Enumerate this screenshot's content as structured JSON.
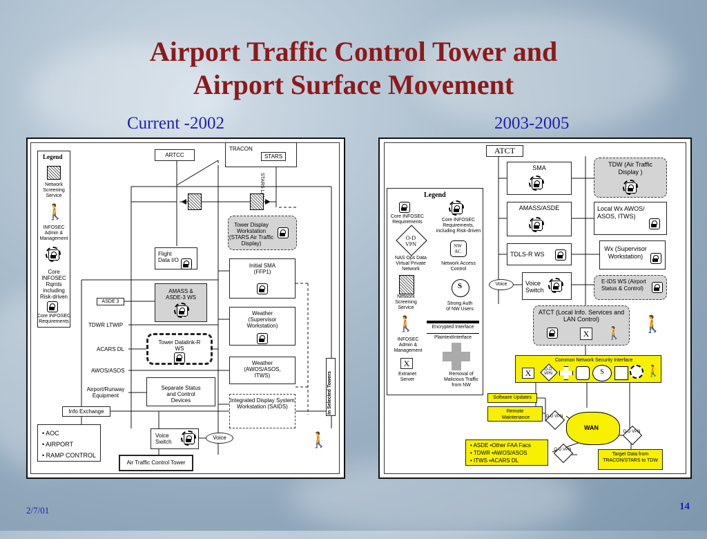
{
  "title_line1": "Airport Traffic Control Tower and",
  "title_line2": "Airport Surface Movement",
  "left": {
    "heading": "Current -2002",
    "legend": {
      "title": "Legend",
      "network_screening": "Network Screening Service",
      "infosec_admin": "INFOSEC Admin & Management",
      "core_rqmts": "Core INFOSEC Rqmts including Risk-driven",
      "core_req": "Core INFOSEC Requirements"
    },
    "artcc": "ARTCC",
    "tracon": "TRACON",
    "stars": "STARS",
    "stars_lan": "STARS LAN",
    "tower_display": "Tower Display Workstation (STARS Air Traffic Display)",
    "flight_data": "Flight Data I/O",
    "initial_sma": "Initial SMA (FFP1)",
    "asde3": "ASDE 3",
    "amass": "AMASS & ASDE-3 WS",
    "weather_sup": "Weather (Supervisor Workstation)",
    "tdwr": "TDWR LTWIP",
    "tower_datalink": "Tower Datalink-R WS",
    "acars": "ACARS DL",
    "awos_label": "AWOS/ASOS",
    "weather_awos": "Weather (AWOS/ASOS, ITWS)",
    "runway": "Airport/Runway Equipment",
    "separate_status": "Separate Status and Control Devices",
    "idsw": "Integrated Display System Workstation (SAIDS)",
    "info_exchange": "Info Exchange",
    "bullets": [
      "AOC",
      "AIRPORT",
      "RAMP CONTROL"
    ],
    "voice_switch": "Voice Switch",
    "voice": "Voice",
    "in_selected_towers": "In Selected Towers",
    "atct_tower": "Air Traffic Control Tower"
  },
  "right": {
    "heading": "2003-2005",
    "atct": "ATCT",
    "legend": {
      "title": "Legend",
      "core_req": "Core INFOSEC Requirements",
      "core_rqmts": "Core INFOSEC Requirements, including Risk-driven",
      "odvpn": "O-D VPN",
      "nas_ops": "NAS Ops Data Virtual Private Network",
      "nwac": "NW AC",
      "nac": "Network Access Control",
      "network_screening": "Network Screening Service",
      "s": "S",
      "strong_auth": "Strong Auth of NW Users",
      "encrypted": "Encrypted Interface",
      "plaintext": "PlaintextInterface",
      "infosec_admin": "INFOSEC Admin & Management",
      "x": "X",
      "extranet": "Extranet Server",
      "removal": "Removal of Malicious Traffic from NW"
    },
    "sma": "SMA",
    "tdw": "TDW (Air Traffic Display )",
    "amass": "AMASS/ASDE",
    "local_wx": "Local  Wx AWOS/ ASOS, ITWS)",
    "tdls": "TDLS-R WS",
    "wx_sup": "Wx (Supervisor Workstation)",
    "voice": "Voice",
    "voice_switch": "Voice Switch",
    "eids": "E-IDS WS (Airport Status & Control)",
    "atct_lan": "ATCT (Local Info. Services and LAN Control)",
    "x": "X",
    "cnsi": "Common Network Security Interface",
    "software_updates": "Software Updates",
    "remote_maint": "Remote Maintenance",
    "wan": "WAN",
    "odvpn": "O-D VPN",
    "bullets": [
      "• ASDE    •Other FAA Facs",
      "• TDWR   •AWOS/ASOS",
      "• ITWS    •ACARS DL"
    ],
    "target": "Target Data from TRACON/STARS to TDW"
  },
  "footer_date": "2/7/01",
  "footer_page": "14"
}
